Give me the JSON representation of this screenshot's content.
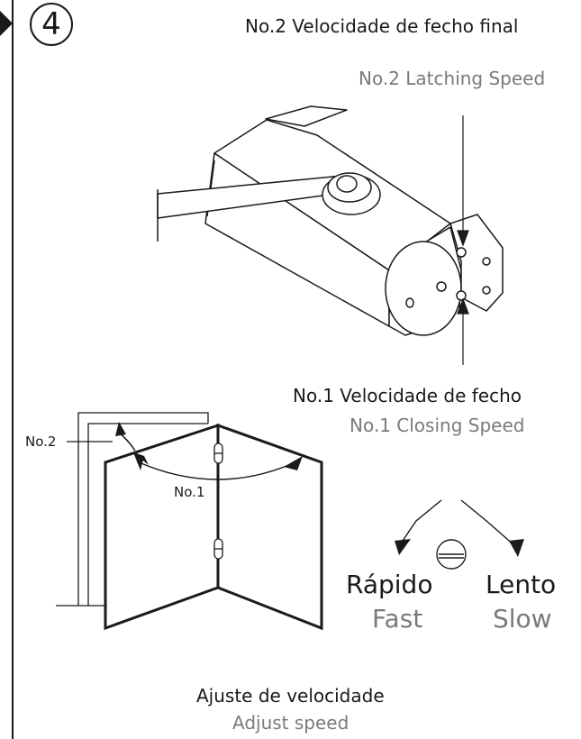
{
  "step": {
    "number": "4"
  },
  "latching": {
    "pt": "No.2 Velocidade de fecho final",
    "en": "No.2 Latching Speed"
  },
  "closing": {
    "pt": "No.1 Velocidade de fecho",
    "en": "No.1 Closing Speed"
  },
  "door": {
    "no2": "No.2",
    "no1": "No.1"
  },
  "speed": {
    "fast_pt": "Rápido",
    "fast_en": "Fast",
    "slow_pt": "Lento",
    "slow_en": "Slow"
  },
  "adjust": {
    "pt": "Ajuste de velocidade",
    "en": "Adjust speed"
  }
}
